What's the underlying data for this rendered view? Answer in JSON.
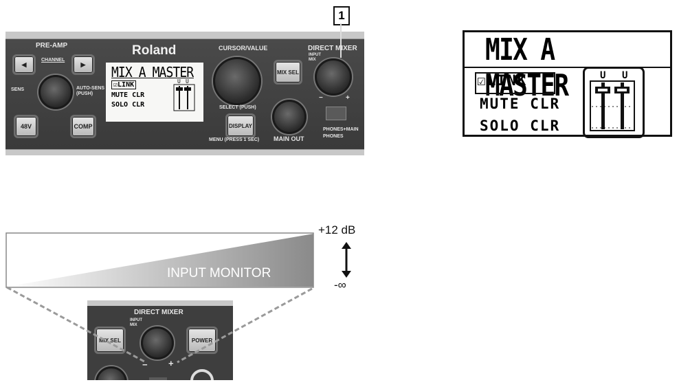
{
  "callout_number": "1",
  "device": {
    "brand": "Roland",
    "preamp": {
      "title": "PRE-AMP",
      "channel": "CHANNEL",
      "sens": "SENS",
      "auto_sens": "AUTO-SENS\n(PUSH)",
      "btn_48v": "48V",
      "btn_comp": "COMP"
    },
    "cursor_value": "CURSOR/VALUE",
    "select_push": "SELECT (PUSH)",
    "display_btn": "DISPLAY",
    "menu_press": "MENU (PRESS 1 SEC)",
    "direct_mixer": "DIRECT MIXER",
    "input_mix": "INPUT\nMIX",
    "mix_sel": "MIX SEL",
    "main_out": "MAIN OUT",
    "phones_main": "PHONES+MAIN",
    "phones": "PHONES",
    "minus": "−",
    "plus": "+"
  },
  "lcd": {
    "title": "MIX A MASTER",
    "link": "LINK",
    "mute_clr": "MUTE CLR",
    "solo_clr": "SOLO CLR",
    "fader_marker": "U"
  },
  "monitor": {
    "label": "INPUT MONITOR",
    "max": "+12 dB",
    "min": "-∞",
    "direct_mixer": "DIRECT MIXER",
    "input_mix": "INPUT\nMIX",
    "mix_sel": "MIX SEL",
    "power": "POWER",
    "minus": "−",
    "plus": "+"
  },
  "colors": {
    "panel": "#3f3f3f",
    "panel_edge": "#c8c8c8",
    "button": "#d4d4d4",
    "wedge_dark": "#8a8a8a"
  }
}
